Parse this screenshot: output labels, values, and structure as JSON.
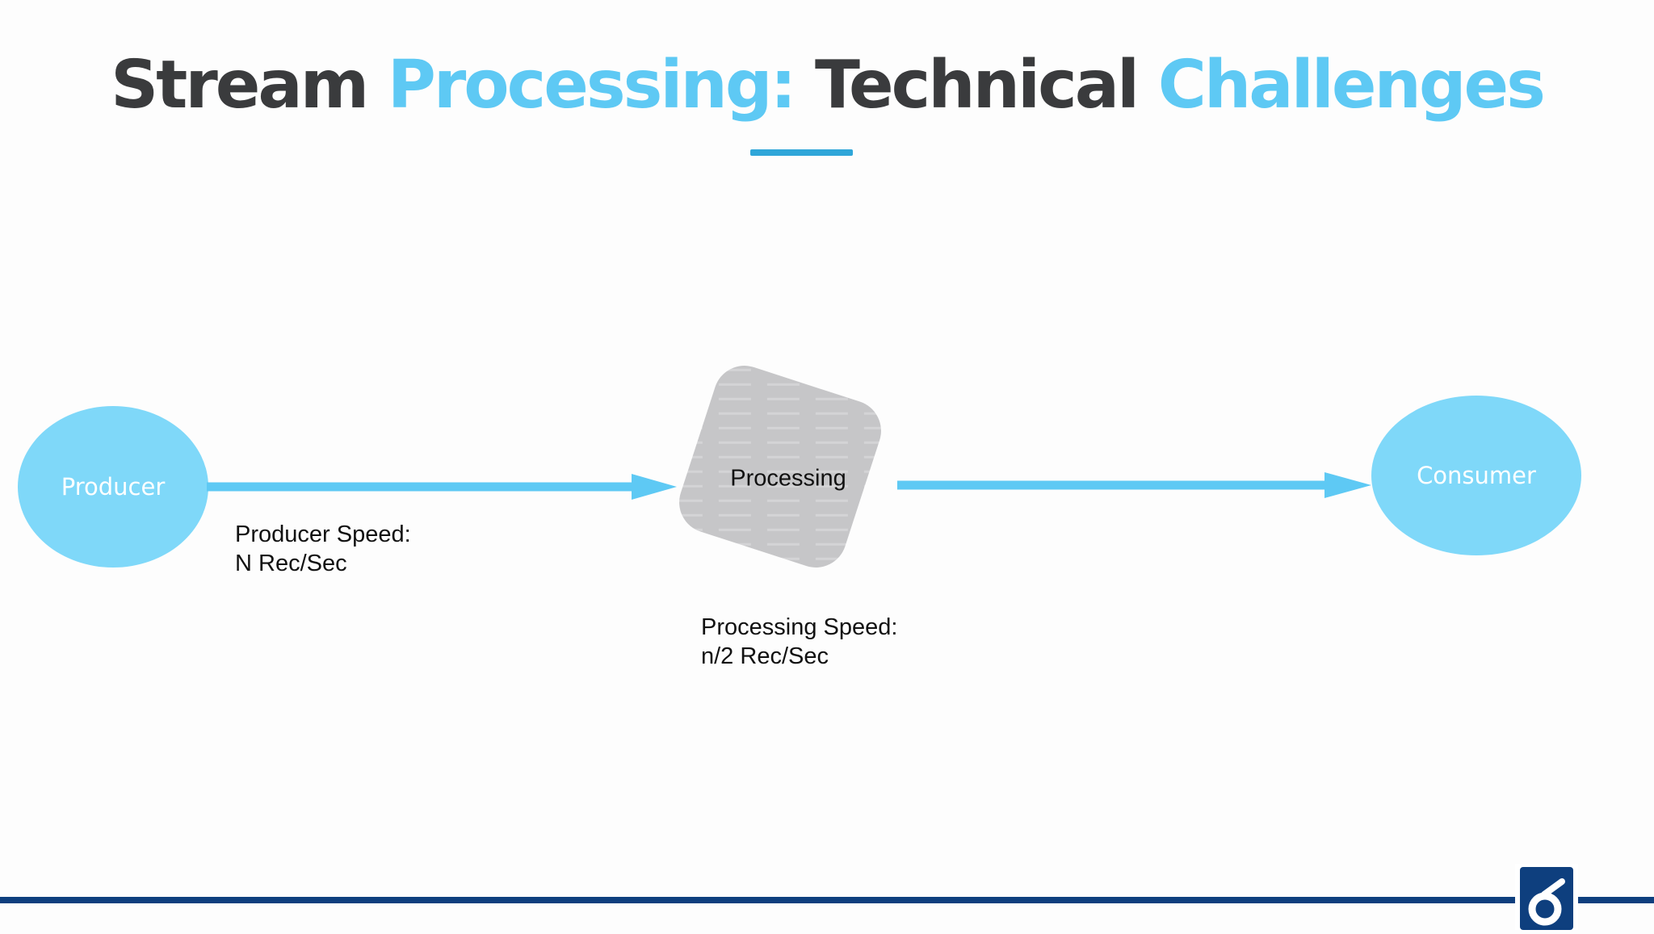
{
  "title": {
    "part1": "Stream",
    "part2": "Processing:",
    "part3": "Technical",
    "part4": "Challenges"
  },
  "nodes": {
    "producer": "Producer",
    "processing": "Processing",
    "consumer": "Consumer"
  },
  "annotations": {
    "producer_speed_label": "Producer Speed:",
    "producer_speed_value": "N Rec/Sec",
    "processing_speed_label": "Processing Speed:",
    "processing_speed_value": "n/2 Rec/Sec"
  },
  "colors": {
    "accent": "#5ec9f4",
    "node_fill": "#7fd8f9",
    "arrow": "#5ec9f4",
    "title_dark": "#3a3b3d",
    "footer_line": "#0e3f7e",
    "processing_fill": "#c8c8ca"
  },
  "logo": {
    "icon": "company-logo-icon"
  }
}
